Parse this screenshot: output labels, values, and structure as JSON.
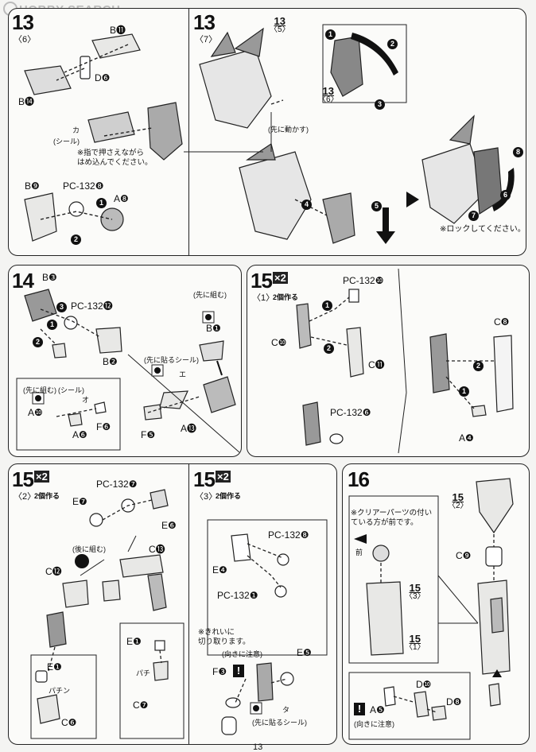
{
  "watermark": "HOBBY SEARCH",
  "step13a": {
    "num": "13",
    "sub": "〈6〉",
    "parts": {
      "b11": "B⓫",
      "d6": "D❻",
      "b14": "B⓮",
      "b9": "B❾",
      "pc": "PC-132❽",
      "a8": "A❽"
    },
    "seal_label": "(シール)",
    "seal_code": "カ",
    "note": "※指で押さえながら\nはめ込んでください。",
    "steps": [
      "1",
      "2"
    ]
  },
  "step13b": {
    "num": "13",
    "sub": "〈7〉",
    "ref1": {
      "n": "13",
      "s": "〈5〉"
    },
    "ref2": {
      "n": "13",
      "s": "〈6〉"
    },
    "first_note": "(先に動かす)",
    "lock_note": "※ロックしてください。",
    "steps": [
      "1",
      "2",
      "3",
      "4",
      "5",
      "6",
      "7",
      "8"
    ]
  },
  "step14": {
    "num": "14",
    "parts": {
      "b3": "B❸",
      "pc": "PC-132⓬",
      "b2": "B❷",
      "b1": "B❶",
      "a10": "A❿",
      "a6": "A❻",
      "f6": "F❻",
      "f5": "F❺",
      "a13": "A⓭"
    },
    "first_note": "(先に組む)",
    "seal_first": "(先に貼るシール)",
    "seal": "(シール)",
    "seal_e": "エ",
    "seal_o": "オ",
    "steps": [
      "1",
      "2",
      "3"
    ]
  },
  "step15_1": {
    "num": "15",
    "mult": "×2",
    "sub": "〈1〉",
    "make": "2個作る",
    "parts": {
      "pc10": "PC-132❿",
      "c10": "C❿",
      "c11": "C⓫",
      "pc6": "PC-132❻",
      "c8": "C❽",
      "a4": "A❹"
    },
    "steps": [
      "1",
      "2"
    ]
  },
  "step15_2": {
    "num": "15",
    "mult": "×2",
    "sub": "〈2〉",
    "make": "2個作る",
    "parts": {
      "pc7": "PC-132❼",
      "e7": "E❼",
      "e6": "E❻",
      "c12": "C⓬",
      "c13": "C⓭",
      "e1": "E❶",
      "c7": "C❼",
      "e1b": "E❶",
      "c6": "C❻"
    },
    "after_note": "(後に組む)",
    "snap": "パチン",
    "snap2": "パチ"
  },
  "step15_3": {
    "num": "15",
    "mult": "×2",
    "sub": "〈3〉",
    "make": "2個作る",
    "parts": {
      "pc8": "PC-132❽",
      "e4": "E❹",
      "pc1": "PC-132❶",
      "e5": "E❺",
      "f3": "F❸"
    },
    "cut_note": "※きれいに\n切り取ります。",
    "dir_note": "(向きに注意)",
    "seal_first": "(先に貼るシール)",
    "seal_ta": "タ"
  },
  "step16": {
    "num": "16",
    "note": "※クリアーパーツの付い\nている方が前です。",
    "front": "前",
    "refs": [
      {
        "n": "15",
        "s": "〈2〉"
      },
      {
        "n": "15",
        "s": "〈3〉"
      },
      {
        "n": "15",
        "s": "〈1〉"
      }
    ],
    "parts": {
      "c9": "C❾",
      "d10": "D❿",
      "a5": "A❺",
      "d8": "D❽"
    },
    "dir_note": "(向きに注意)"
  },
  "page_number": "13"
}
